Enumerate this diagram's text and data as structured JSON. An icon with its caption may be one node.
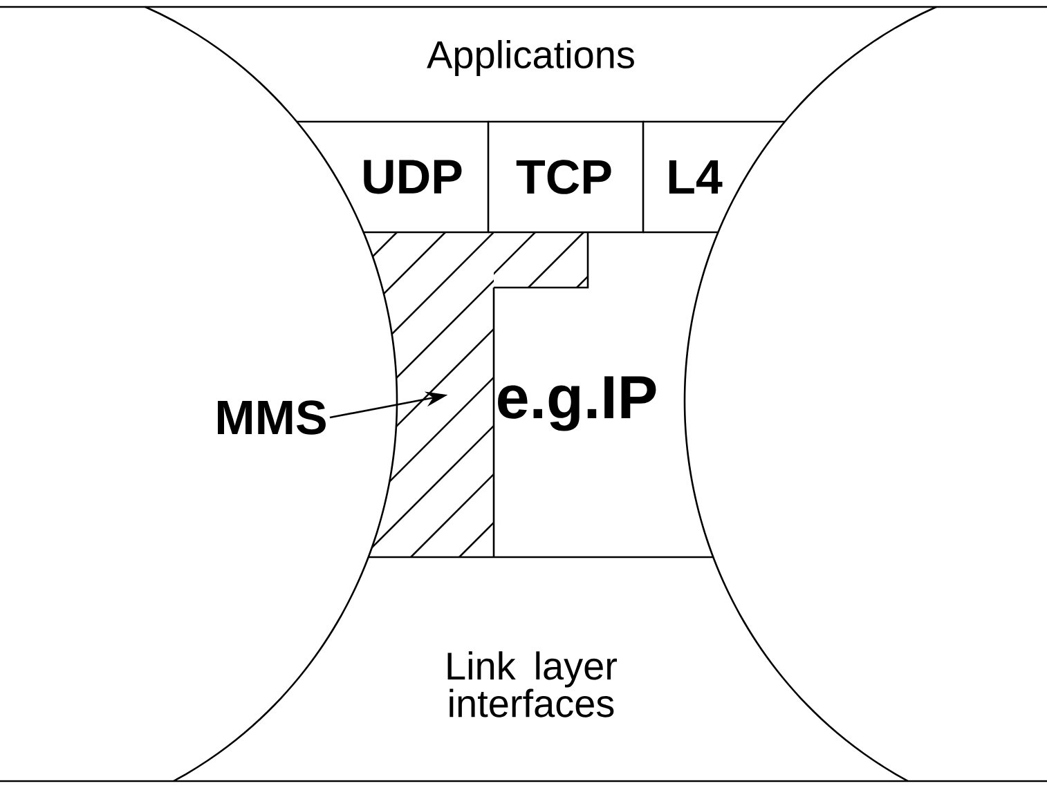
{
  "diagram": {
    "nodes": [
      {
        "text": [
          "Applications"
        ]
      },
      {
        "text": [
          "UDP"
        ]
      },
      {
        "text": [
          "TCP"
        ]
      },
      {
        "text": [
          "L4"
        ]
      },
      {
        "text": [
          "MMS"
        ]
      },
      {
        "text": [],
        "shape": "box"
      },
      {
        "text": [
          "e.g.IP"
        ]
      },
      {
        "text": [
          "Link layer interfaces"
        ]
      }
    ],
    "edges": [
      {
        "from": 4,
        "to": 5,
        "arrow": "to"
      }
    ]
  }
}
